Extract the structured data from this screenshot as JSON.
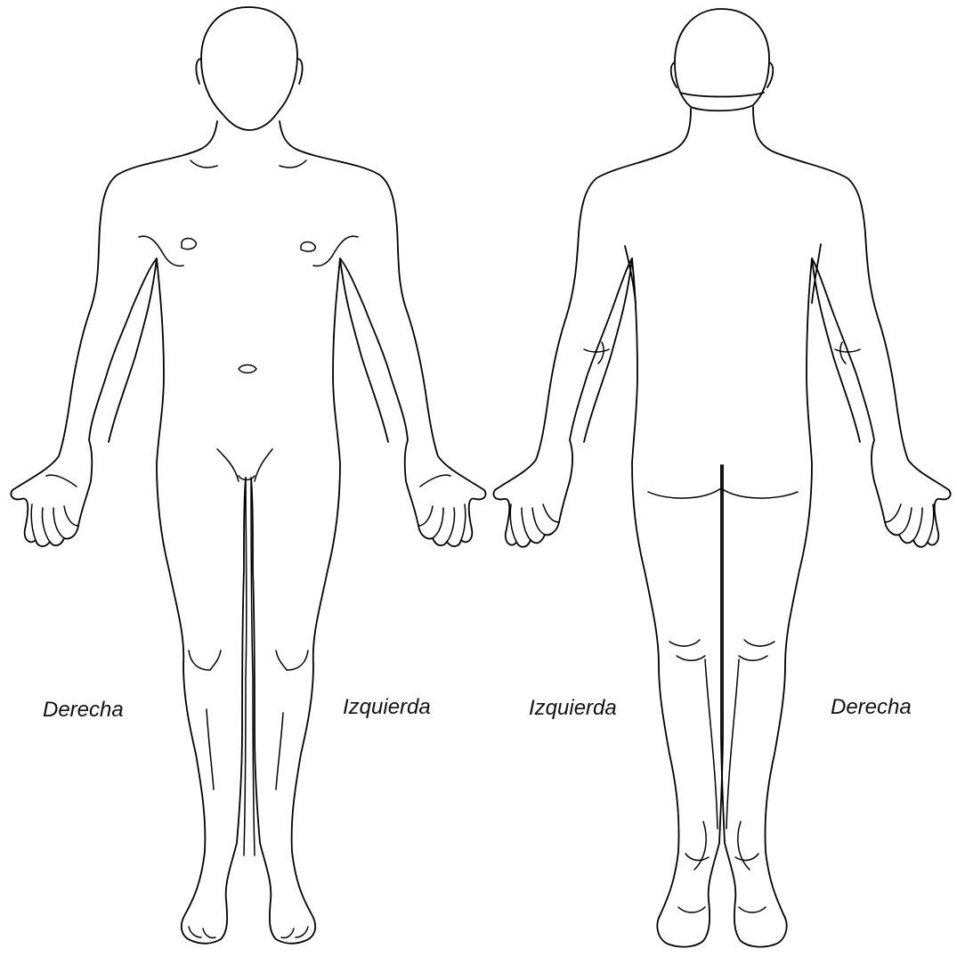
{
  "labels": {
    "front_right": "Derecha",
    "front_left": "Izquierda",
    "back_left": "Izquierda",
    "back_right": "Derecha"
  },
  "figures": {
    "front": {
      "view": "anterior",
      "icon": "human-body-front-icon"
    },
    "back": {
      "view": "posterior",
      "icon": "human-body-back-icon"
    }
  },
  "colors": {
    "line": "#000000",
    "background": "#ffffff"
  }
}
